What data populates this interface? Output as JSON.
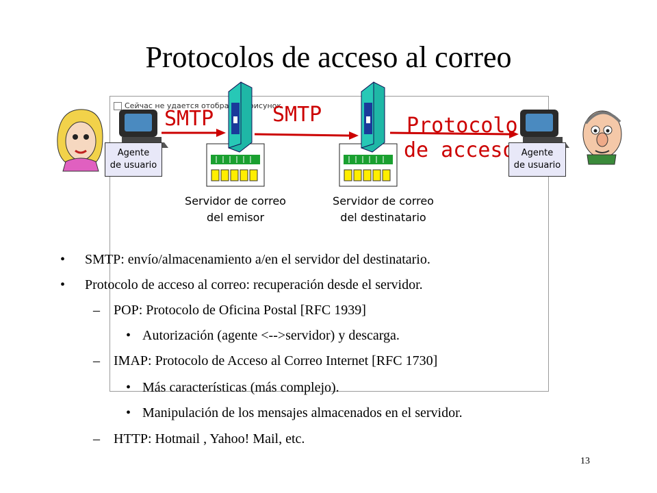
{
  "slide": {
    "title": "Protocolos de acceso al correo",
    "page_number": "13",
    "broken_image_text": "Сейчас не удается отобразить рисунок."
  },
  "diagram": {
    "protocols": {
      "smtp_1": "SMTP",
      "smtp_2": "SMTP",
      "access_line1": "Protocolo",
      "access_line2": "de acceso"
    },
    "user_agent_left": {
      "line1": "Agente",
      "line2": "de usuario"
    },
    "user_agent_right": {
      "line1": "Agente",
      "line2": "de usuario"
    },
    "server_sender": {
      "line1": "Servidor de correo",
      "line2": "del emisor"
    },
    "server_receiver": {
      "line1": "Servidor de correo",
      "line2": "del destinatario"
    },
    "colors": {
      "arrow": "#cc0000",
      "server_tower": "#1fb7a6",
      "server_block": "#ffee00",
      "ua_box": "#e8e8f8"
    }
  },
  "bullets": [
    {
      "marker": "•",
      "text": "SMTP: envío/almacenamiento a/en el servidor del destinatario."
    },
    {
      "marker": "•",
      "text": "Protocolo de acceso al correo: recuperación desde el servidor."
    },
    {
      "marker": "–",
      "text": "POP: Protocolo de Oficina Postal [RFC 1939]"
    },
    {
      "marker": "•",
      "text": "Autorización (agente <-->servidor) y descarga."
    },
    {
      "marker": "–",
      "text": "IMAP: Protocolo de Acceso al Correo Internet  [RFC 1730]"
    },
    {
      "marker": "•",
      "text": "Más características (más complejo)."
    },
    {
      "marker": "•",
      "text": "Manipulación de los mensajes almacenados en el servidor."
    },
    {
      "marker": "–",
      "text": "HTTP: Hotmail , Yahoo! Mail, etc."
    }
  ]
}
